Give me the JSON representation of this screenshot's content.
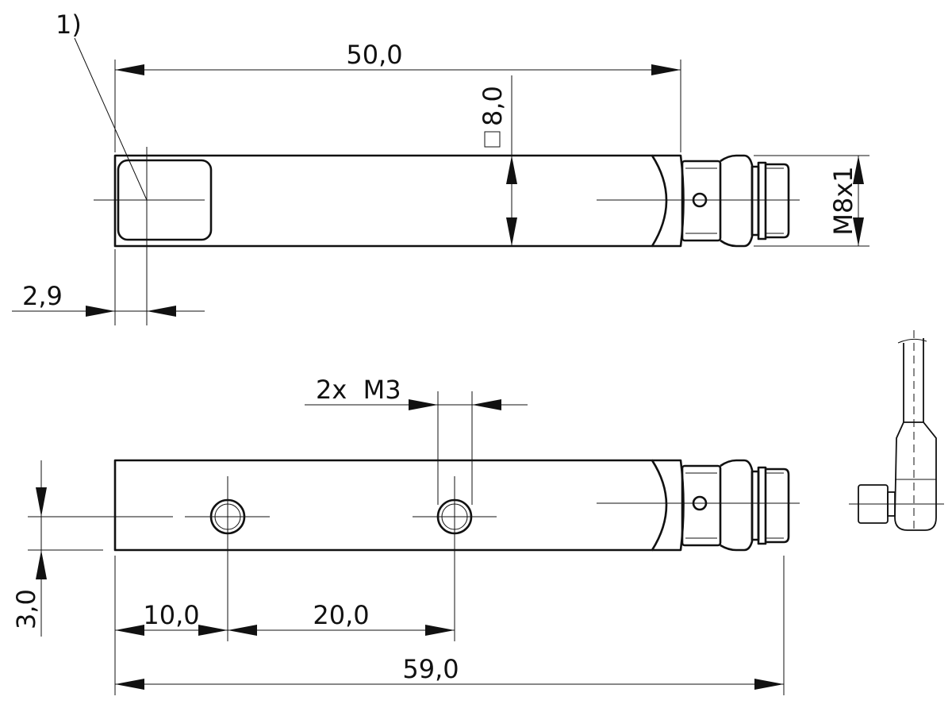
{
  "callout": "1)",
  "top_view": {
    "length": "50,0",
    "square_size": "8,0",
    "thread": "M8x1",
    "offset": "2,9"
  },
  "side_view": {
    "mount_thread": "2x  M3",
    "edge_offset": "3,0",
    "first_hole": "10,0",
    "hole_spacing": "20,0",
    "total_length": "59,0"
  }
}
